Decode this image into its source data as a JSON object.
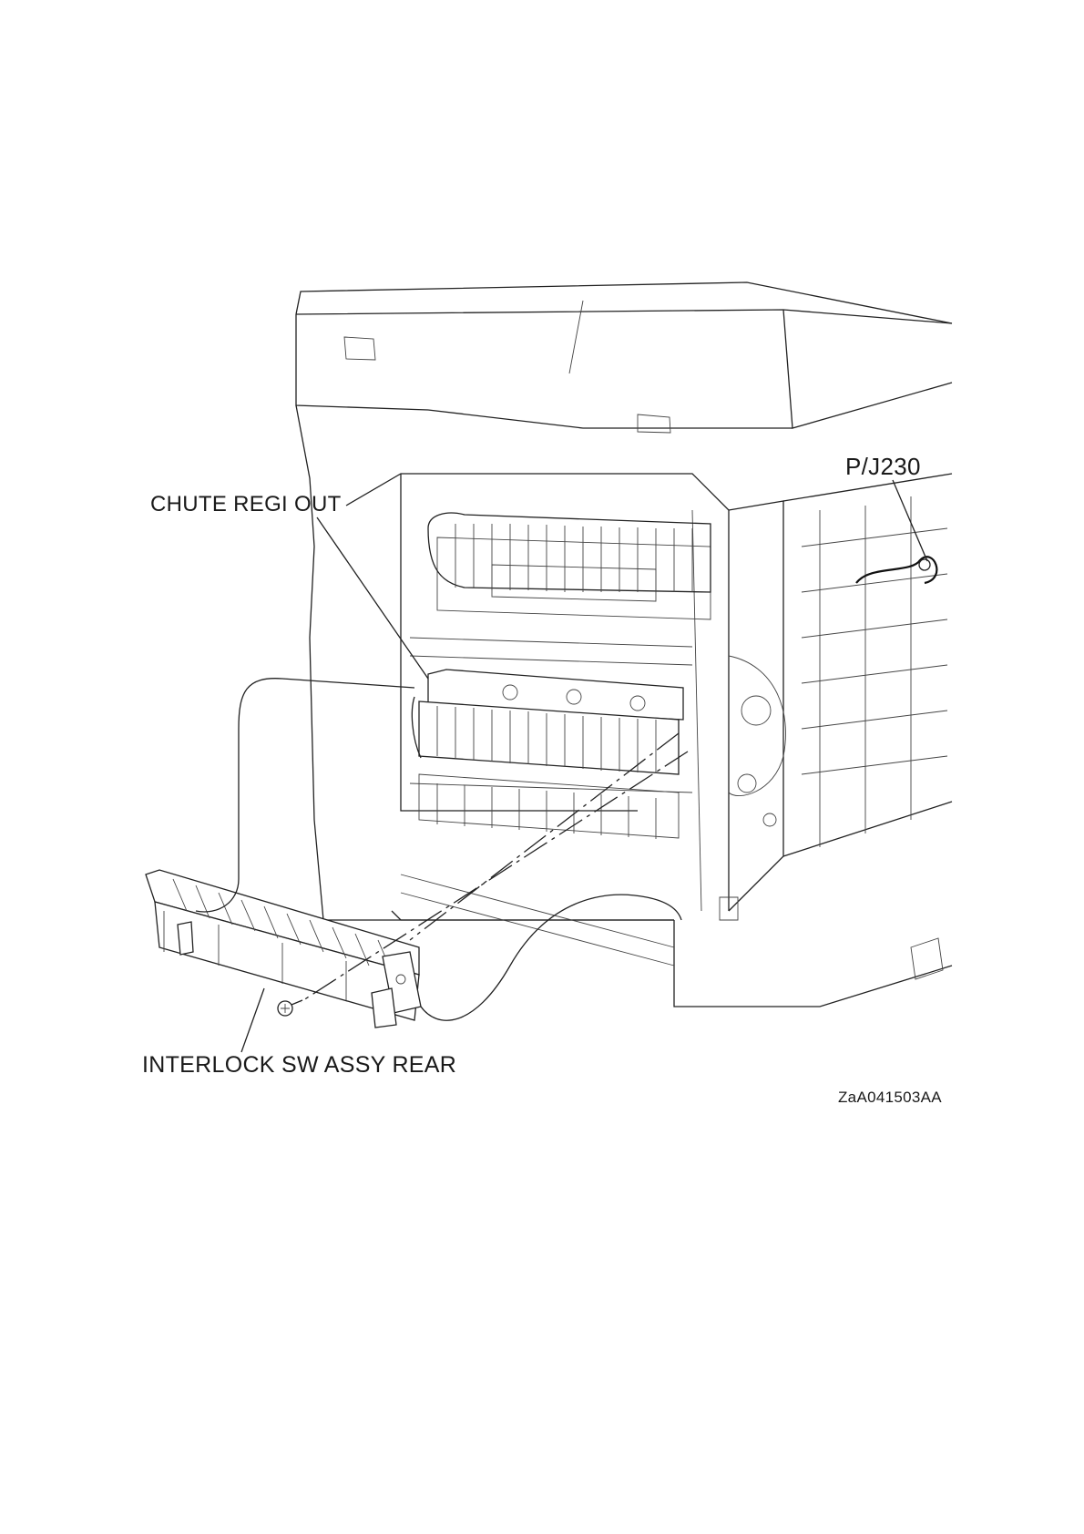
{
  "labels": {
    "chute_regi_out": "CHUTE REGI OUT",
    "pj230": "P/J230",
    "interlock_sw_assy_rear": "INTERLOCK SW ASSY REAR",
    "figure_id": "ZaA041503AA"
  }
}
